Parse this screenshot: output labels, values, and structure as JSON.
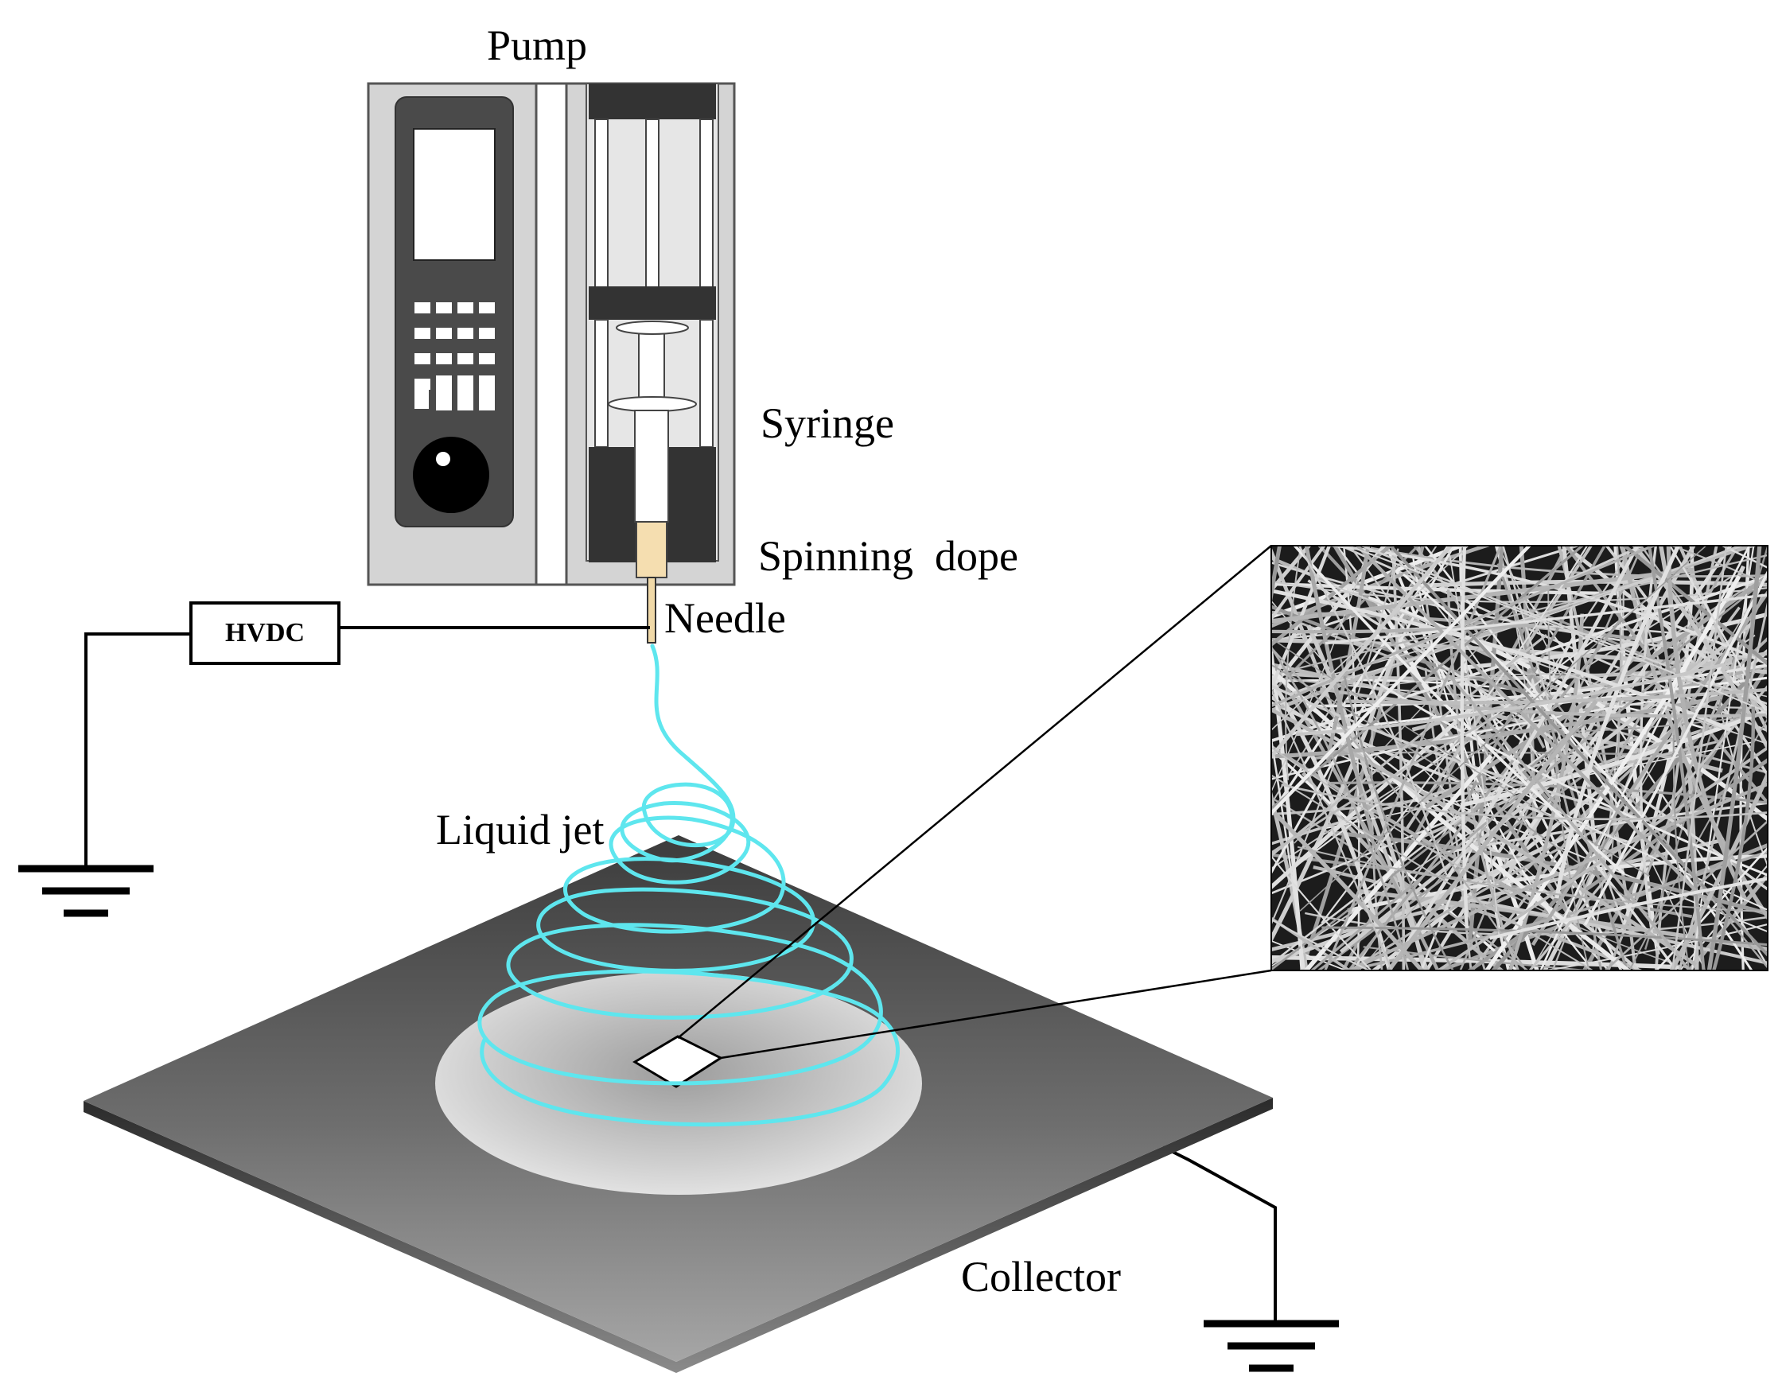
{
  "labels": {
    "pump": "Pump",
    "syringe": "Syringe",
    "spinning_dope": "Spinning  dope",
    "needle": "Needle",
    "hvdc": "HVDC",
    "liquid_jet": "Liquid jet",
    "collector": "Collector"
  },
  "colors": {
    "jet": "#5ee6ee",
    "collector_dark": "#3a3a3a",
    "collector_light": "#9a9a9a",
    "pump_body": "#d4d4d4",
    "dope": "#f5deb0",
    "fiber_background": "#1c1c1c",
    "fiber_line": "#c8c8c8"
  },
  "icons": [
    "ground-symbol-icon",
    "ground-symbol-icon"
  ]
}
